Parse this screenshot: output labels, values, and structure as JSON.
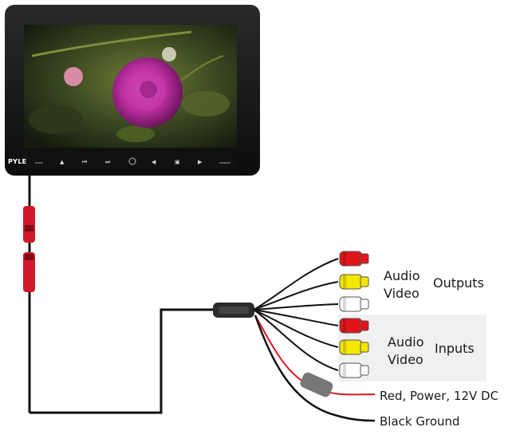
{
  "brand": "PYLE",
  "outputs": {
    "audio": "Audio",
    "video": "Video",
    "label": "Outputs"
  },
  "inputs": {
    "audio": "Audio",
    "video": "Video",
    "label": "Inputs"
  },
  "power_label": "Red, Power, 12V DC",
  "ground_label": "Black Ground",
  "controls": {
    "eject": "▲",
    "prev": "⏮",
    "next": "⏭",
    "power": "⏻",
    "vol_down": "◀",
    "menu": "▣",
    "vol_up": "▶"
  },
  "plug_colors": [
    "#e0151b",
    "#f5e600",
    "#ffffff",
    "#e0151b",
    "#f5e600",
    "#ffffff"
  ],
  "icons": [
    "monitor-screen",
    "power-icon",
    "rca-plug"
  ]
}
